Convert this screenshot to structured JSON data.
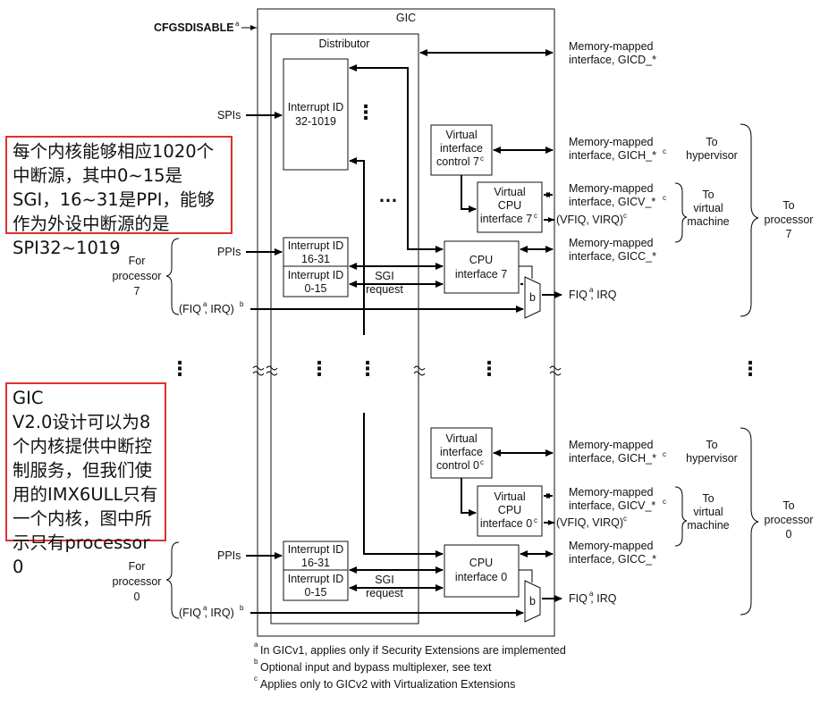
{
  "diagram": {
    "cfgsdisable": "CFGSDISABLE",
    "gic_title": "GIC",
    "distributor_title": "Distributor",
    "spis": "SPIs",
    "ppis": "PPIs",
    "interrupt_spi": [
      "Interrupt ID",
      "32-1019"
    ],
    "interrupt_ppi": [
      "Interrupt ID",
      "16-31"
    ],
    "interrupt_sgi": [
      "Interrupt ID",
      "0-15"
    ],
    "sgi_request": [
      "SGI",
      "request"
    ],
    "mm_gicd": [
      "Memory-mapped",
      "interface, GICD_*"
    ],
    "mm_gich": [
      "Memory-mapped",
      "interface, GICH_*"
    ],
    "mm_gicv": [
      "Memory-mapped",
      "interface, GICV_*"
    ],
    "mm_gicc": [
      "Memory-mapped",
      "interface, GICC_*"
    ],
    "vfiq_virq": "(VFIQ, VIRQ)",
    "fiq_irq_out": "FIQ , IRQ",
    "fiq_irq_in": "(FIQ , IRQ)",
    "mux": "b",
    "to_hypervisor": [
      "To",
      "hypervisor"
    ],
    "to_virtual_machine": [
      "To",
      "virtual",
      "machine"
    ],
    "processor_7": {
      "virtual_interface_control": [
        "Virtual",
        "interface",
        "control 7"
      ],
      "virtual_cpu_interface": [
        "Virtual",
        "CPU",
        "interface 7"
      ],
      "cpu_interface": [
        "CPU",
        "interface 7"
      ],
      "for_processor": [
        "For",
        "processor",
        "7"
      ],
      "to_processor": [
        "To",
        "processor",
        "7"
      ]
    },
    "processor_0": {
      "virtual_interface_control": [
        "Virtual",
        "interface",
        "control 0"
      ],
      "virtual_cpu_interface": [
        "Virtual",
        "CPU",
        "interface 0"
      ],
      "cpu_interface": [
        "CPU",
        "interface 0"
      ],
      "for_processor": [
        "For",
        "processor",
        "0"
      ],
      "to_processor": [
        "To",
        "processor",
        "0"
      ]
    },
    "superscripts": {
      "a": "a",
      "b": "b",
      "c": "c"
    },
    "footnotes": [
      "In GICv1, applies only if Security Extensions are implemented",
      "Optional input and bypass multiplexer, see text",
      "Applies only to GICv2 with Virtualization Extensions"
    ]
  },
  "annotations": {
    "note_1": "每个内核能够相应1020个中断源，其中0~15是SGI，16~31是PPI，能够作为外设中断源的是SPI32~1019",
    "note_2_lines": [
      "GIC",
      "V2.0设计可以为8",
      "个内核提供中断控",
      "制服务，但我们使",
      "用的IMX6ULL只有",
      "一个内核，图中所",
      "示只有processor 0"
    ]
  },
  "colors": {
    "annotation_border": "#e03030",
    "line": "#000000"
  }
}
